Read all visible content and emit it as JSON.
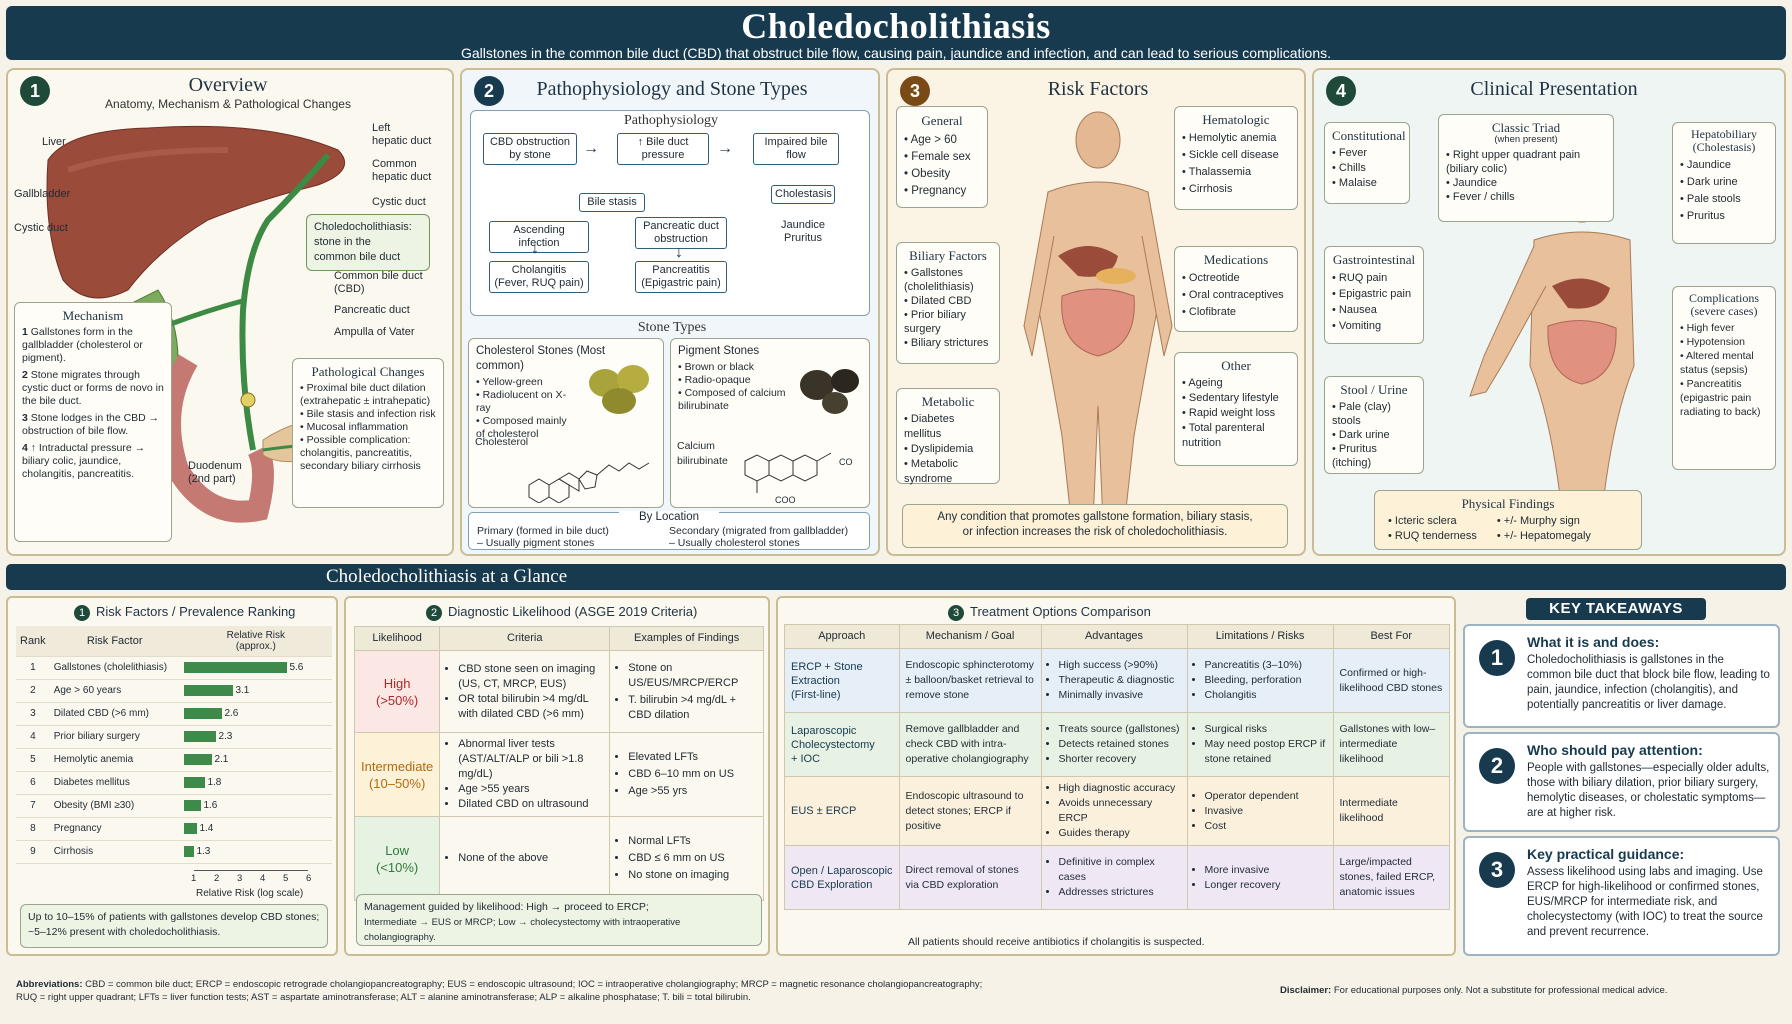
{
  "header": {
    "title": "Choledocholithiasis",
    "subtitle": "Gallstones in the common bile duct (CBD) that obstruct bile flow, causing pain, jaundice and infection, and can lead to serious complications."
  },
  "overview": {
    "num": "1",
    "title": "Overview",
    "subtitle": "Anatomy, Mechanism & Pathological Changes",
    "labels": {
      "liver": "Liver",
      "left_hepatic": "Left\nhepatic duct",
      "common_hepatic": "Common\nhepatic duct",
      "gallbladder": "Gallbladder",
      "cystic_duct_left": "Cystic duct",
      "cystic_duct_right": "Cystic duct",
      "cbd": "Common bile duct\n(CBD)",
      "pancreatic": "Pancreatic duct",
      "ampulla": "Ampulla of Vater",
      "duodenum": "Duodenum\n(2nd part)"
    },
    "callout": "Choledocholithiasis:\nstone in the\ncommon bile duct",
    "mechanism": {
      "title": "Mechanism",
      "items": [
        {
          "n": "1",
          "t": "Gallstones form in the gallbladder (cholesterol or pigment)."
        },
        {
          "n": "2",
          "t": "Stone migrates through cystic duct or forms de novo in the bile duct."
        },
        {
          "n": "3",
          "t": "Stone lodges in the CBD → obstruction of bile flow."
        },
        {
          "n": "4",
          "t": "↑ Intraductal pressure → biliary colic, jaundice, cholangitis, pancreatitis."
        }
      ]
    },
    "pathological": {
      "title": "Pathological Changes",
      "items": [
        "Proximal bile duct dilation (extrahepatic ± intrahepatic)",
        "Bile stasis and infection risk",
        "Mucosal inflammation",
        "Possible complication: cholangitis, pancreatitis, secondary biliary cirrhosis"
      ]
    }
  },
  "patho": {
    "num": "2",
    "title": "Pathophysiology and Stone Types",
    "flow_title": "Pathophysiology",
    "flow": {
      "a": "CBD obstruction\nby stone",
      "b": "↑ Bile duct\npressure",
      "c": "Impaired bile\nflow",
      "d": "Bile stasis",
      "e": "Cholestasis",
      "f": "Ascending infection",
      "g": "Pancreatic duct\nobstruction",
      "h": "Jaundice\nPruritus",
      "i": "Cholangitis\n(Fever, RUQ pain)",
      "j": "Pancreatitis\n(Epigastric pain)"
    },
    "stone_title": "Stone Types",
    "cholesterol": {
      "title": "Cholesterol Stones (Most common)",
      "items": [
        "Yellow-green",
        "Radiolucent on X-ray",
        "Composed mainly of cholesterol"
      ],
      "mol_label": "Cholesterol"
    },
    "pigment": {
      "title": "Pigment Stones",
      "items": [
        "Brown or black",
        "Radio-opaque",
        "Composed of calcium bilirubinate"
      ],
      "mol_label": "Calcium\nbilirubinate",
      "coo1": "CO",
      "coo2": "COO"
    },
    "location_title": "By Location",
    "primary": "Primary (formed in bile duct)\n– Usually pigment stones",
    "secondary": "Secondary (migrated from gallbladder)\n– Usually cholesterol stones"
  },
  "risk": {
    "num": "3",
    "title": "Risk Factors",
    "general": {
      "title": "General",
      "items": [
        "Age > 60",
        "Female sex",
        "Obesity",
        "Pregnancy"
      ]
    },
    "biliary": {
      "title": "Biliary Factors",
      "items": [
        "Gallstones (cholelithiasis)",
        "Dilated CBD",
        "Prior biliary surgery",
        "Biliary strictures"
      ]
    },
    "metabolic": {
      "title": "Metabolic",
      "items": [
        "Diabetes mellitus",
        "Dyslipidemia",
        "Metabolic syndrome"
      ]
    },
    "hematologic": {
      "title": "Hematologic",
      "items": [
        "Hemolytic anemia",
        "Sickle cell disease",
        "Thalassemia",
        "Cirrhosis"
      ]
    },
    "medications": {
      "title": "Medications",
      "items": [
        "Octreotide",
        "Oral contraceptives",
        "Clofibrate"
      ]
    },
    "other": {
      "title": "Other",
      "items": [
        "Ageing",
        "Sedentary lifestyle",
        "Rapid weight loss",
        "Total parenteral nutrition"
      ]
    },
    "note": "Any condition that promotes gallstone formation, biliary stasis,\nor infection increases the risk of choledocholithiasis."
  },
  "clinical": {
    "num": "4",
    "title": "Clinical Presentation",
    "constitutional": {
      "title": "Constitutional",
      "items": [
        "Fever",
        "Chills",
        "Malaise"
      ]
    },
    "triad": {
      "title": "Classic Triad",
      "sub": "(when present)",
      "items": [
        "Right upper quadrant pain (biliary colic)",
        "Jaundice",
        "Fever / chills"
      ]
    },
    "hepatobiliary": {
      "title": "Hepatobiliary\n(Cholestasis)",
      "items": [
        "Jaundice",
        "Dark urine",
        "Pale stools",
        "Pruritus"
      ]
    },
    "gi": {
      "title": "Gastrointestinal",
      "items": [
        "RUQ pain",
        "Epigastric pain",
        "Nausea",
        "Vomiting"
      ]
    },
    "stool": {
      "title": "Stool / Urine",
      "items": [
        "Pale (clay) stools",
        "Dark urine",
        "Pruritus (itching)"
      ]
    },
    "complications": {
      "title": "Complications\n(severe cases)",
      "items": [
        "High fever",
        "Hypotension",
        "Altered mental status (sepsis)",
        "Pancreatitis (epigastric pain radiating to back)"
      ]
    },
    "physical": {
      "title": "Physical Findings",
      "items": [
        "Icteric sclera",
        "RUQ tenderness",
        "+/- Murphy sign",
        "+/- Hepatomegaly"
      ]
    }
  },
  "glance": {
    "title": "Choledocholithiasis at a Glance"
  },
  "ranking": {
    "num": "1",
    "title": "Risk Factors / Prevalence Ranking",
    "h_rank": "Rank",
    "h_factor": "Risk Factor",
    "h_rel": "Relative Risk\n(approx.)",
    "rows": [
      {
        "rank": "1",
        "factor": "Gallstones (cholelithiasis)",
        "value": 5.6
      },
      {
        "rank": "2",
        "factor": "Age > 60 years",
        "value": 3.1
      },
      {
        "rank": "3",
        "factor": "Dilated CBD (>6 mm)",
        "value": 2.6
      },
      {
        "rank": "4",
        "factor": "Prior biliary surgery",
        "value": 2.3
      },
      {
        "rank": "5",
        "factor": "Hemolytic anemia",
        "value": 2.1
      },
      {
        "rank": "6",
        "factor": "Diabetes mellitus",
        "value": 1.8
      },
      {
        "rank": "7",
        "factor": "Obesity (BMI ≥30)",
        "value": 1.6
      },
      {
        "rank": "8",
        "factor": "Pregnancy",
        "value": 1.4
      },
      {
        "rank": "9",
        "factor": "Cirrhosis",
        "value": 1.3
      }
    ],
    "ticks": [
      "1",
      "2",
      "3",
      "4",
      "5",
      "6"
    ],
    "axis_label": "Relative Risk (log scale)",
    "note": "Up to 10–15% of patients with gallstones develop CBD stones;\n~5–12% present with choledocholithiasis."
  },
  "chart_data": {
    "type": "bar",
    "title": "Risk Factors / Prevalence Ranking",
    "categories": [
      "Gallstones (cholelithiasis)",
      "Age > 60 years",
      "Dilated CBD (>6 mm)",
      "Prior biliary surgery",
      "Hemolytic anemia",
      "Diabetes mellitus",
      "Obesity (BMI ≥30)",
      "Pregnancy",
      "Cirrhosis"
    ],
    "values": [
      5.6,
      3.1,
      2.6,
      2.3,
      2.1,
      1.8,
      1.6,
      1.4,
      1.3
    ],
    "xlabel": "Relative Risk (log scale)",
    "xlim": [
      1,
      6
    ],
    "orientation": "horizontal",
    "color": "#3d8a4a"
  },
  "diagnostic": {
    "num": "2",
    "title": "Diagnostic Likelihood (ASGE 2019 Criteria)",
    "h1": "Likelihood",
    "h2": "Criteria",
    "h3": "Examples of Findings",
    "rows": [
      {
        "lik": "High\n(>50%)",
        "color": "#b3262a",
        "bg": "#fbe7e3",
        "criteria": [
          "CBD stone seen on imaging (US, CT, MRCP, EUS)",
          "OR total bilirubin >4 mg/dL with dilated CBD (>6 mm)"
        ],
        "examples": [
          "Stone on US/EUS/MRCP/ERCP",
          "T. bilirubin >4 mg/dL + CBD dilation"
        ]
      },
      {
        "lik": "Intermediate\n(10–50%)",
        "color": "#b36b0e",
        "bg": "#fdf1d8",
        "criteria": [
          "Abnormal liver tests (AST/ALT/ALP or bili >1.8 mg/dL)",
          "Age >55 years",
          "Dilated CBD on ultrasound"
        ],
        "examples": [
          "Elevated LFTs",
          "CBD 6–10 mm on US",
          "Age >55 yrs"
        ]
      },
      {
        "lik": "Low\n(<10%)",
        "color": "#2f7a3a",
        "bg": "#e7f3e2",
        "criteria": [
          "None of the above"
        ],
        "examples": [
          "Normal LFTs",
          "CBD ≤ 6 mm on US",
          "No stone on imaging"
        ]
      }
    ],
    "note1": "Management guided by likelihood:  High → proceed to ERCP;",
    "note2": "Intermediate → EUS or MRCP; Low → cholecystectomy with intraoperative cholangiography."
  },
  "treatment": {
    "num": "3",
    "title": "Treatment Options Comparison",
    "headers": [
      "Approach",
      "Mechanism / Goal",
      "Advantages",
      "Limitations / Risks",
      "Best For"
    ],
    "rows": [
      {
        "approach": "ERCP + Stone\nExtraction\n(First-line)",
        "mech": "Endoscopic sphincterotomy ± balloon/basket retrieval to remove stone",
        "adv": [
          "High success (>90%)",
          "Therapeutic & diagnostic",
          "Minimally invasive"
        ],
        "lim": [
          "Pancreatitis (3–10%)",
          "Bleeding, perforation",
          "Cholangitis"
        ],
        "best": "Confirmed or high-likelihood CBD stones",
        "bg": "#e6eff7"
      },
      {
        "approach": "Laparoscopic\nCholecystectomy\n+ IOC",
        "mech": "Remove gallbladder and check CBD with intra-operative cholangiography",
        "adv": [
          "Treats source (gallstones)",
          "Detects retained stones",
          "Shorter recovery"
        ],
        "lim": [
          "Surgical risks",
          "May need postop ERCP if stone retained"
        ],
        "best": "Gallstones with low–intermediate likelihood",
        "bg": "#e8f2e4"
      },
      {
        "approach": "EUS ± ERCP",
        "mech": "Endoscopic ultrasound to detect stones; ERCP if positive",
        "adv": [
          "High diagnostic accuracy",
          "Avoids unnecessary ERCP",
          "Guides therapy"
        ],
        "lim": [
          "Operator dependent",
          "Invasive",
          "Cost"
        ],
        "best": "Intermediate likelihood",
        "bg": "#fbf0dc"
      },
      {
        "approach": "Open / Laparoscopic\nCBD Exploration",
        "mech": "Direct removal of stones via CBD exploration",
        "adv": [
          "Definitive in complex cases",
          "Addresses strictures"
        ],
        "lim": [
          "More invasive",
          "Longer recovery"
        ],
        "best": "Large/impacted stones, failed ERCP, anatomic issues",
        "bg": "#efe8f4"
      }
    ],
    "note": "All patients should receive antibiotics if cholangitis is suspected."
  },
  "takeaways": {
    "title": "KEY TAKEAWAYS",
    "items": [
      {
        "n": "1",
        "h": "What it is and does:",
        "t": "Choledocholithiasis is gallstones in the common bile duct that block bile flow, leading to pain, jaundice, infection (cholangitis), and potentially pancreatitis or liver damage."
      },
      {
        "n": "2",
        "h": "Who should pay attention:",
        "t": "People with gallstones—especially older adults, those with biliary dilation, prior biliary surgery, hemolytic diseases, or cholestatic symptoms—are at higher risk."
      },
      {
        "n": "3",
        "h": "Key practical guidance:",
        "t": "Assess likelihood using labs and imaging. Use ERCP for high-likelihood or confirmed stones, EUS/MRCP for intermediate risk, and cholecystectomy (with IOC) to treat the source and prevent recurrence."
      }
    ]
  },
  "footer": {
    "abbr_label": "Abbreviations:",
    "abbr1": " CBD = common bile duct; ERCP = endoscopic retrograde cholangiopancreatography; EUS = endoscopic ultrasound; IOC = intraoperative cholangiography; MRCP = magnetic resonance cholangiopancreatography;",
    "abbr2": "RUQ = right upper quadrant; LFTs = liver function tests; AST = aspartate aminotransferase; ALT = alanine aminotransferase; ALP = alkaline phosphatase; T. bili = total bilirubin.",
    "disc_label": "Disclaimer:",
    "disc": " For educational purposes only. Not a substitute for professional medical advice."
  }
}
